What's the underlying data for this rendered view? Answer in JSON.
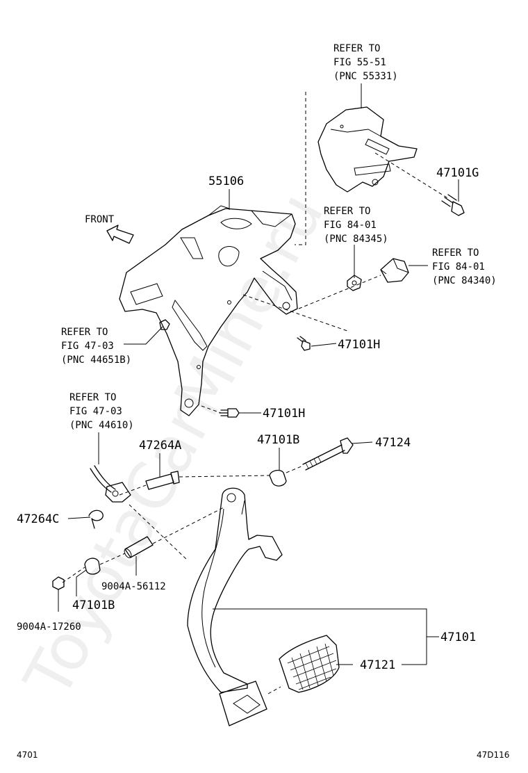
{
  "watermark": "ToyotaCarMine.ru",
  "footer": {
    "left": "4701",
    "right": "47D116"
  },
  "front": "FRONT",
  "parts": {
    "p55106": "55106",
    "p47101G": "47101G",
    "p47101H_a": "47101H",
    "p47101H_b": "47101H",
    "p47264A": "47264A",
    "p47101B_a": "47101B",
    "p47124": "47124",
    "p47264C": "47264C",
    "p9004A56112": "9004A-56112",
    "p47101B_b": "47101B",
    "p9004A17260": "9004A-17260",
    "p47101": "47101",
    "p47121": "47121"
  },
  "refs": {
    "r1": [
      "REFER TO",
      "FIG 55-51",
      "(PNC 55331)"
    ],
    "r2": [
      "REFER TO",
      "FIG 84-01",
      "(PNC 84345)"
    ],
    "r3": [
      "REFER TO",
      "FIG 84-01",
      "(PNC 84340)"
    ],
    "r4": [
      "REFER TO",
      "FIG 47-03",
      "(PNC 44651B)"
    ],
    "r5": [
      "REFER TO",
      "FIG 47-03",
      "(PNC 44610)"
    ]
  }
}
